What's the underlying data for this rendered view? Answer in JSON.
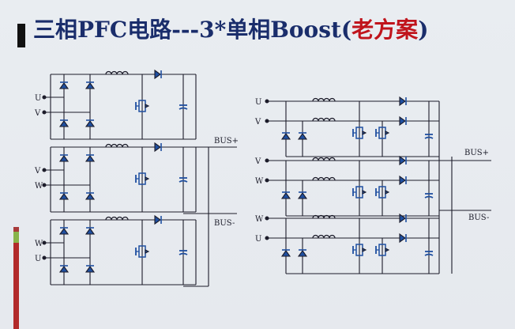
{
  "title": {
    "main": "三相PFC电路---3*单相Boost(",
    "highlight": "老方案",
    "close": ")"
  },
  "left_circuit": {
    "inputs": [
      "U",
      "V",
      "V",
      "W",
      "W",
      "U"
    ],
    "bus_plus": "BUS+",
    "bus_minus": "BUS-"
  },
  "right_circuit": {
    "inputs": [
      "U",
      "V",
      "V",
      "W",
      "W",
      "U"
    ],
    "bus_plus": "BUS+",
    "bus_minus": "BUS-"
  },
  "colors": {
    "title": "#1a2d6b",
    "highlight": "#c0141c",
    "wire": "#1c1c2a",
    "component": "#1f4fa0"
  }
}
